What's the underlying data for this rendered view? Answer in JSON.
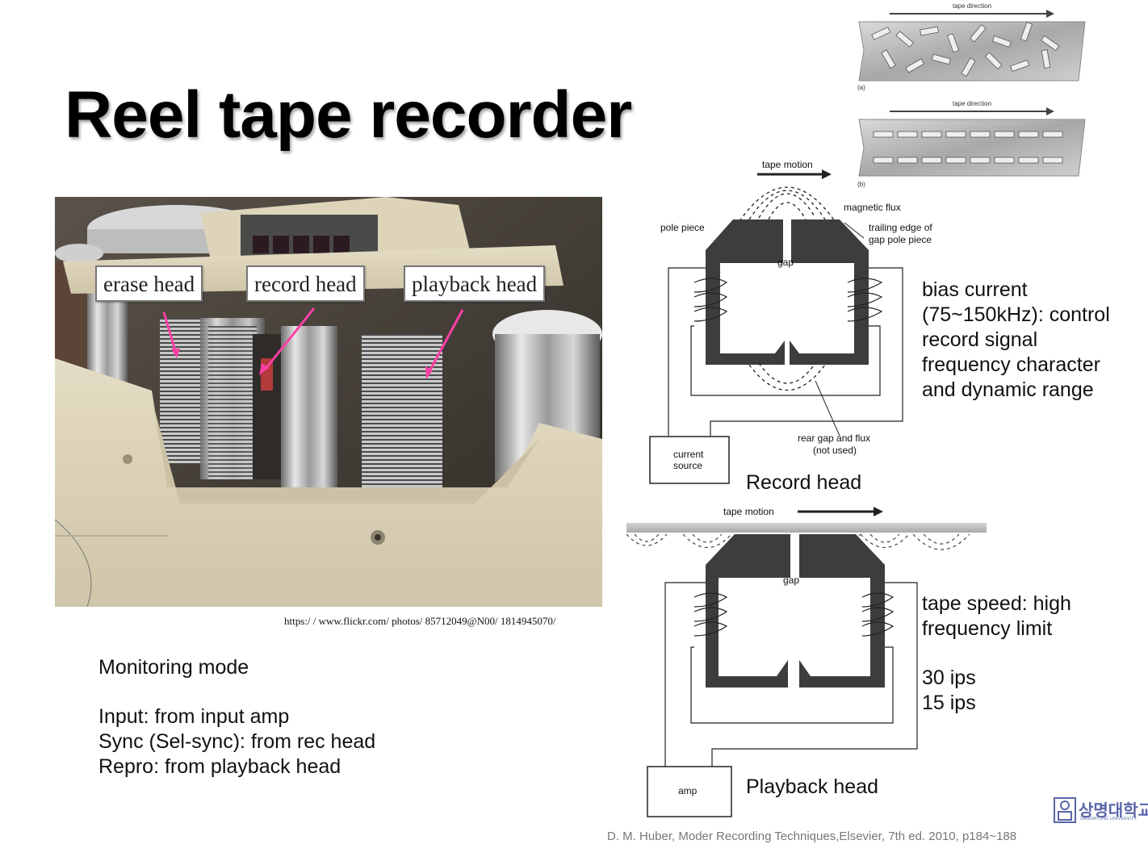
{
  "slide": {
    "title": "Reel tape recorder"
  },
  "photo": {
    "callouts": {
      "erase": "erase head",
      "record": "record head",
      "playback": "playback head"
    },
    "source_url": "https:/ / www.flickr.com/ photos/ 85712049@N00/ 1814945070/"
  },
  "monitoring": {
    "heading": "Monitoring mode",
    "lines": [
      "Input: from input amp",
      "Sync (Sel-sync): from rec head",
      "Repro: from playback head"
    ]
  },
  "tape_figures": {
    "direction_label_a": "tape direction",
    "direction_label_b": "tape direction",
    "label_a": "(a)",
    "label_b": "(b)"
  },
  "record_head": {
    "tape_motion": "tape motion",
    "magnetic_flux": "magnetic flux",
    "pole_piece": "pole piece",
    "trailing_edge_1": "trailing edge of",
    "trailing_edge_2": "gap pole piece",
    "gap": "gap",
    "rear_gap_1": "rear gap and flux",
    "rear_gap_2": "(not used)",
    "current_1": "current",
    "current_2": "source",
    "caption": "Record head",
    "notes": [
      "bias current",
      "(75~150kHz): control",
      "record signal",
      "frequency character",
      "and dynamic range"
    ]
  },
  "playback_head": {
    "tape_motion": "tape motion",
    "gap": "gap",
    "amp": "amp",
    "caption": "Playback head",
    "notes": [
      "tape speed: high",
      "frequency limit",
      "",
      "30 ips",
      "15 ips"
    ]
  },
  "footer": {
    "reference": "D. M. Huber, Moder Recording Techniques,Elsevier, 7th ed. 2010, p184~188",
    "logo_text": "상명대학교",
    "logo_sub": "SANGMYUNG UNIVERSITY"
  },
  "colors": {
    "arrow_pink": "#ff3fa6",
    "head_dark": "#3d3d3d",
    "logo": "#5a66a8"
  }
}
